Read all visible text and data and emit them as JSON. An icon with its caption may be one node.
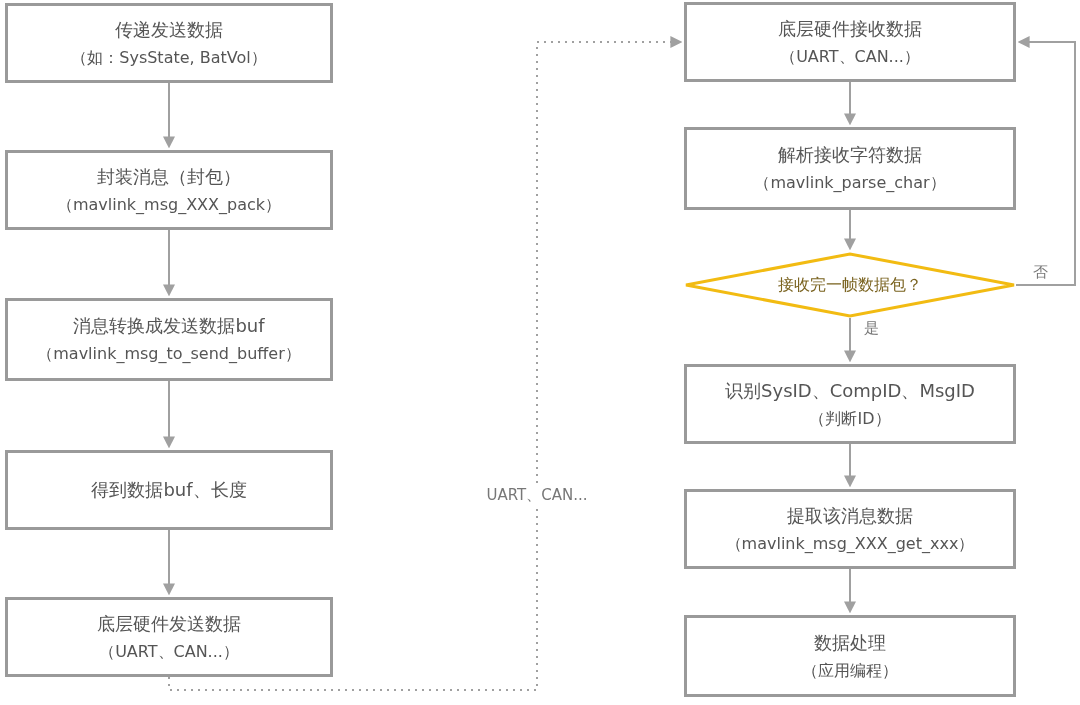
{
  "diagram": {
    "nodes": [
      {
        "text": [
          "传递发送数据",
          "（如：SysState, BatVol）"
        ]
      },
      {
        "text": [
          "封装消息（封包）",
          "（mavlink_msg_XXX_pack）"
        ]
      },
      {
        "text": [
          "消息转换成发送数据buf",
          "（mavlink_msg_to_send_buffer）"
        ]
      },
      {
        "text": [
          "得到数据buf、长度"
        ]
      },
      {
        "text": [
          "底层硬件发送数据",
          "（UART、CAN...）"
        ]
      },
      {
        "text": [
          "底层硬件接收数据",
          "（UART、CAN...）"
        ]
      },
      {
        "text": [
          "解析接收字符数据",
          "（mavlink_parse_char）"
        ]
      },
      {
        "text": [
          "接收完一帧数据包？"
        ]
      },
      {
        "text": [
          "识别SysID、CompID、MsgID",
          "（判断ID）"
        ]
      },
      {
        "text": [
          "提取该消息数据",
          "（mavlink_msg_XXX_get_xxx）"
        ]
      },
      {
        "text": [
          "数据处理",
          "（应用编程）"
        ]
      }
    ],
    "edges": [
      {
        "from": 0,
        "to": 1,
        "arrow": "to"
      },
      {
        "from": 1,
        "to": 2,
        "arrow": "to"
      },
      {
        "from": 2,
        "to": 3,
        "arrow": "to"
      },
      {
        "from": 3,
        "to": 4,
        "arrow": "to"
      },
      {
        "from": 4,
        "to": 5,
        "arrow": "to",
        "label": "UART、CAN...",
        "style": "dashed"
      },
      {
        "from": 5,
        "to": 6,
        "arrow": "to"
      },
      {
        "from": 6,
        "to": 7,
        "arrow": "to"
      },
      {
        "from": 7,
        "to": 8,
        "arrow": "to",
        "label": "是"
      },
      {
        "from": 7,
        "to": 5,
        "arrow": "to",
        "label": "否"
      },
      {
        "from": 8,
        "to": 9,
        "arrow": "to"
      },
      {
        "from": 9,
        "to": 10,
        "arrow": "to"
      }
    ]
  }
}
